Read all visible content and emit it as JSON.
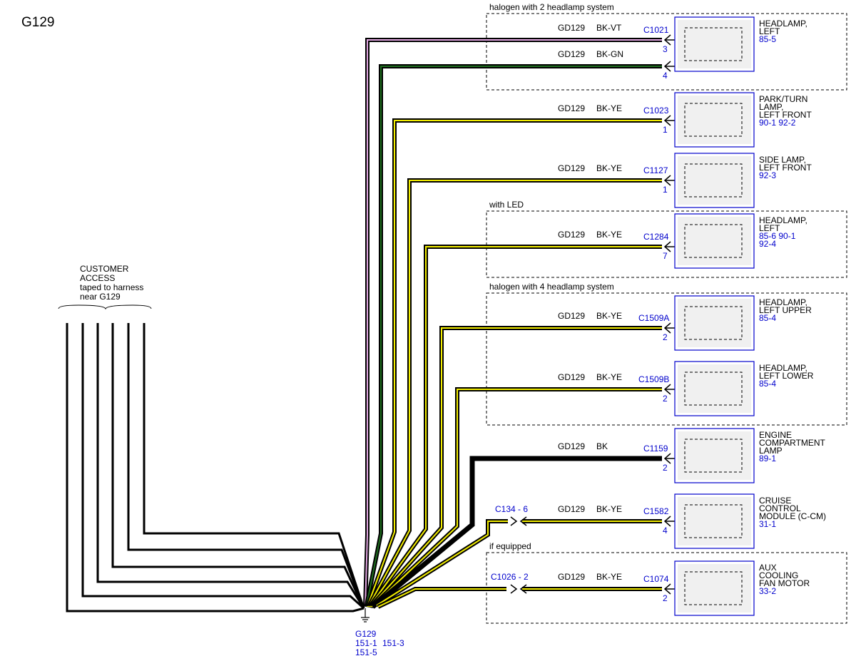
{
  "title": "G129",
  "customer_access": {
    "lines": [
      "CUSTOMER",
      "ACCESS",
      "taped to harness",
      "near G129"
    ]
  },
  "ground": {
    "name": "G129",
    "refs": [
      "151-1",
      "151-3",
      "151-5"
    ]
  },
  "system_boxes": [
    {
      "label": "halogen with 2 headlamp system"
    },
    {
      "label": "with LED"
    },
    {
      "label": "halogen with 4 headlamp system"
    },
    {
      "label": "if equipped"
    }
  ],
  "colors": {
    "BK-VT": {
      "border": "#000000",
      "inner": "#e4a8e4"
    },
    "BK-GN": {
      "border": "#000000",
      "inner": "#1e6e1e"
    },
    "BK-YE": {
      "border": "#000000",
      "inner": "#f3ee00"
    },
    "BK": {
      "border": "#000000",
      "inner": "#000000"
    },
    "connector_blue": "#0000cc",
    "component_fill": "#f0f0f0"
  },
  "circuits": [
    {
      "circuit": "GD129",
      "color": "BK-VT",
      "connector": "C1021",
      "pin": "3"
    },
    {
      "circuit": "GD129",
      "color": "BK-GN",
      "connector": "",
      "pin": "4"
    },
    {
      "circuit": "GD129",
      "color": "BK-YE",
      "connector": "C1023",
      "pin": "1"
    },
    {
      "circuit": "GD129",
      "color": "BK-YE",
      "connector": "C1127",
      "pin": "1"
    },
    {
      "circuit": "GD129",
      "color": "BK-YE",
      "connector": "C1284",
      "pin": "7"
    },
    {
      "circuit": "GD129",
      "color": "BK-YE",
      "connector": "C1509A",
      "pin": "2"
    },
    {
      "circuit": "GD129",
      "color": "BK-YE",
      "connector": "C1509B",
      "pin": "2"
    },
    {
      "circuit": "GD129",
      "color": "BK",
      "connector": "C1159",
      "pin": "2"
    },
    {
      "circuit": "GD129",
      "color": "BK-YE",
      "connector": "C1582",
      "pin": "4",
      "inline": "C134 - 6"
    },
    {
      "circuit": "GD129",
      "color": "BK-YE",
      "connector": "C1074",
      "pin": "2",
      "inline": "C1026  - 2"
    }
  ],
  "components": [
    {
      "lines": [
        "HEADLAMP,",
        "LEFT"
      ],
      "refs": [
        "85-5"
      ]
    },
    {
      "lines": [
        "PARK/TURN",
        "LAMP,",
        "LEFT FRONT"
      ],
      "refs": [
        "90-1   92-2"
      ]
    },
    {
      "lines": [
        "SIDE LAMP,",
        "LEFT FRONT"
      ],
      "refs": [
        "92-3"
      ]
    },
    {
      "lines": [
        "HEADLAMP,",
        "LEFT"
      ],
      "refs": [
        "85-6    90-1",
        "92-4"
      ]
    },
    {
      "lines": [
        "HEADLAMP,",
        "LEFT UPPER"
      ],
      "refs": [
        "85-4"
      ]
    },
    {
      "lines": [
        "HEADLAMP,",
        "LEFT LOWER"
      ],
      "refs": [
        "85-4"
      ]
    },
    {
      "lines": [
        "ENGINE",
        "COMPARTMENT",
        "LAMP"
      ],
      "refs": [
        "89-1"
      ]
    },
    {
      "lines": [
        "CRUISE",
        "CONTROL",
        "MODULE (C-CM)"
      ],
      "refs": [
        "31-1"
      ]
    },
    {
      "lines": [
        "AUX",
        "COOLING",
        "FAN MOTOR"
      ],
      "refs": [
        "33-2"
      ]
    }
  ]
}
